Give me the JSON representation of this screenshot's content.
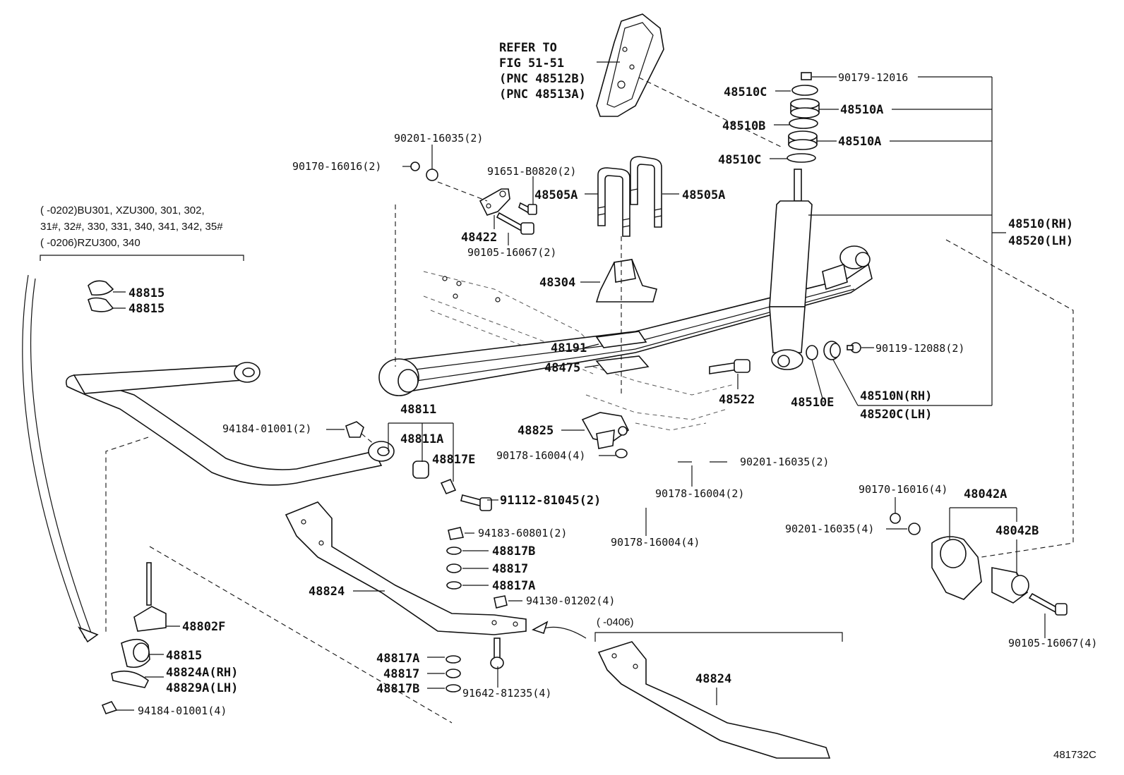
{
  "diagram": {
    "ref_note": [
      "REFER TO",
      "FIG 51-51",
      "(PNC 48512B)",
      "(PNC 48513A)"
    ],
    "application_note": [
      "(      -0202)BU301, XZU300, 301, 302,",
      "31#, 32#, 330, 331, 340, 341, 342, 35#",
      "(      -0206)RZU300, 340"
    ],
    "date_note": "(      -0406)",
    "figure_code": "481732C",
    "labels": {
      "p90179_12016": "90179-12016",
      "p48510C_a": "48510C",
      "p48510A_a": "48510A",
      "p48510B": "48510B",
      "p48510A_b": "48510A",
      "p48510C_b": "48510C",
      "p90201_16035_top": "90201-16035(2)",
      "p90170_16016_top": "90170-16016(2)",
      "p91651_B0820": "91651-B0820(2)",
      "p48505A_l": "48505A",
      "p48505A_r": "48505A",
      "p48422": "48422",
      "p90105_16067_top": "90105-16067(2)",
      "p48510_RH": "48510(RH)",
      "p48520_LH": "48520(LH)",
      "p48815_a": "48815",
      "p48815_b": "48815",
      "p48304": "48304",
      "p48191": "48191",
      "p48475": "48475",
      "p48522": "48522",
      "p90119_12088": "90119-12088(2)",
      "p48510E": "48510E",
      "p48510N": "48510N(RH)",
      "p48520C": "48520C(LH)",
      "p48811": "48811",
      "p48811A": "48811A",
      "p48817E": "48817E",
      "p94184_01001_2": "94184-01001(2)",
      "p48825": "48825",
      "p90178_16004_a": "90178-16004(4)",
      "p90201_16035_mid": "90201-16035(2)",
      "p90178_16004_b": "90178-16004(2)",
      "p91112_81045": "91112-81045(2)",
      "p90178_16004_c": "90178-16004(4)",
      "p90170_16016_r": "90170-16016(4)",
      "p48042A": "48042A",
      "p90201_16035_r": "90201-16035(4)",
      "p48042B": "48042B",
      "p94183_60801": "94183-60801(2)",
      "p48817B_a": "48817B",
      "p48817_a": "48817",
      "p48817A_a": "48817A",
      "p94130_01202": "94130-01202(4)",
      "p48824_a": "48824",
      "p48802F": "48802F",
      "p48815_c": "48815",
      "p48824A": "48824A(RH)",
      "p48829A": "48829A(LH)",
      "p94184_01001_4": "94184-01001(4)",
      "p48817A_b": "48817A",
      "p48817_b": "48817",
      "p48817B_b": "48817B",
      "p91642_81235": "91642-81235(4)",
      "p48824_b": "48824",
      "p90105_16067_r": "90105-16067(4)"
    }
  }
}
